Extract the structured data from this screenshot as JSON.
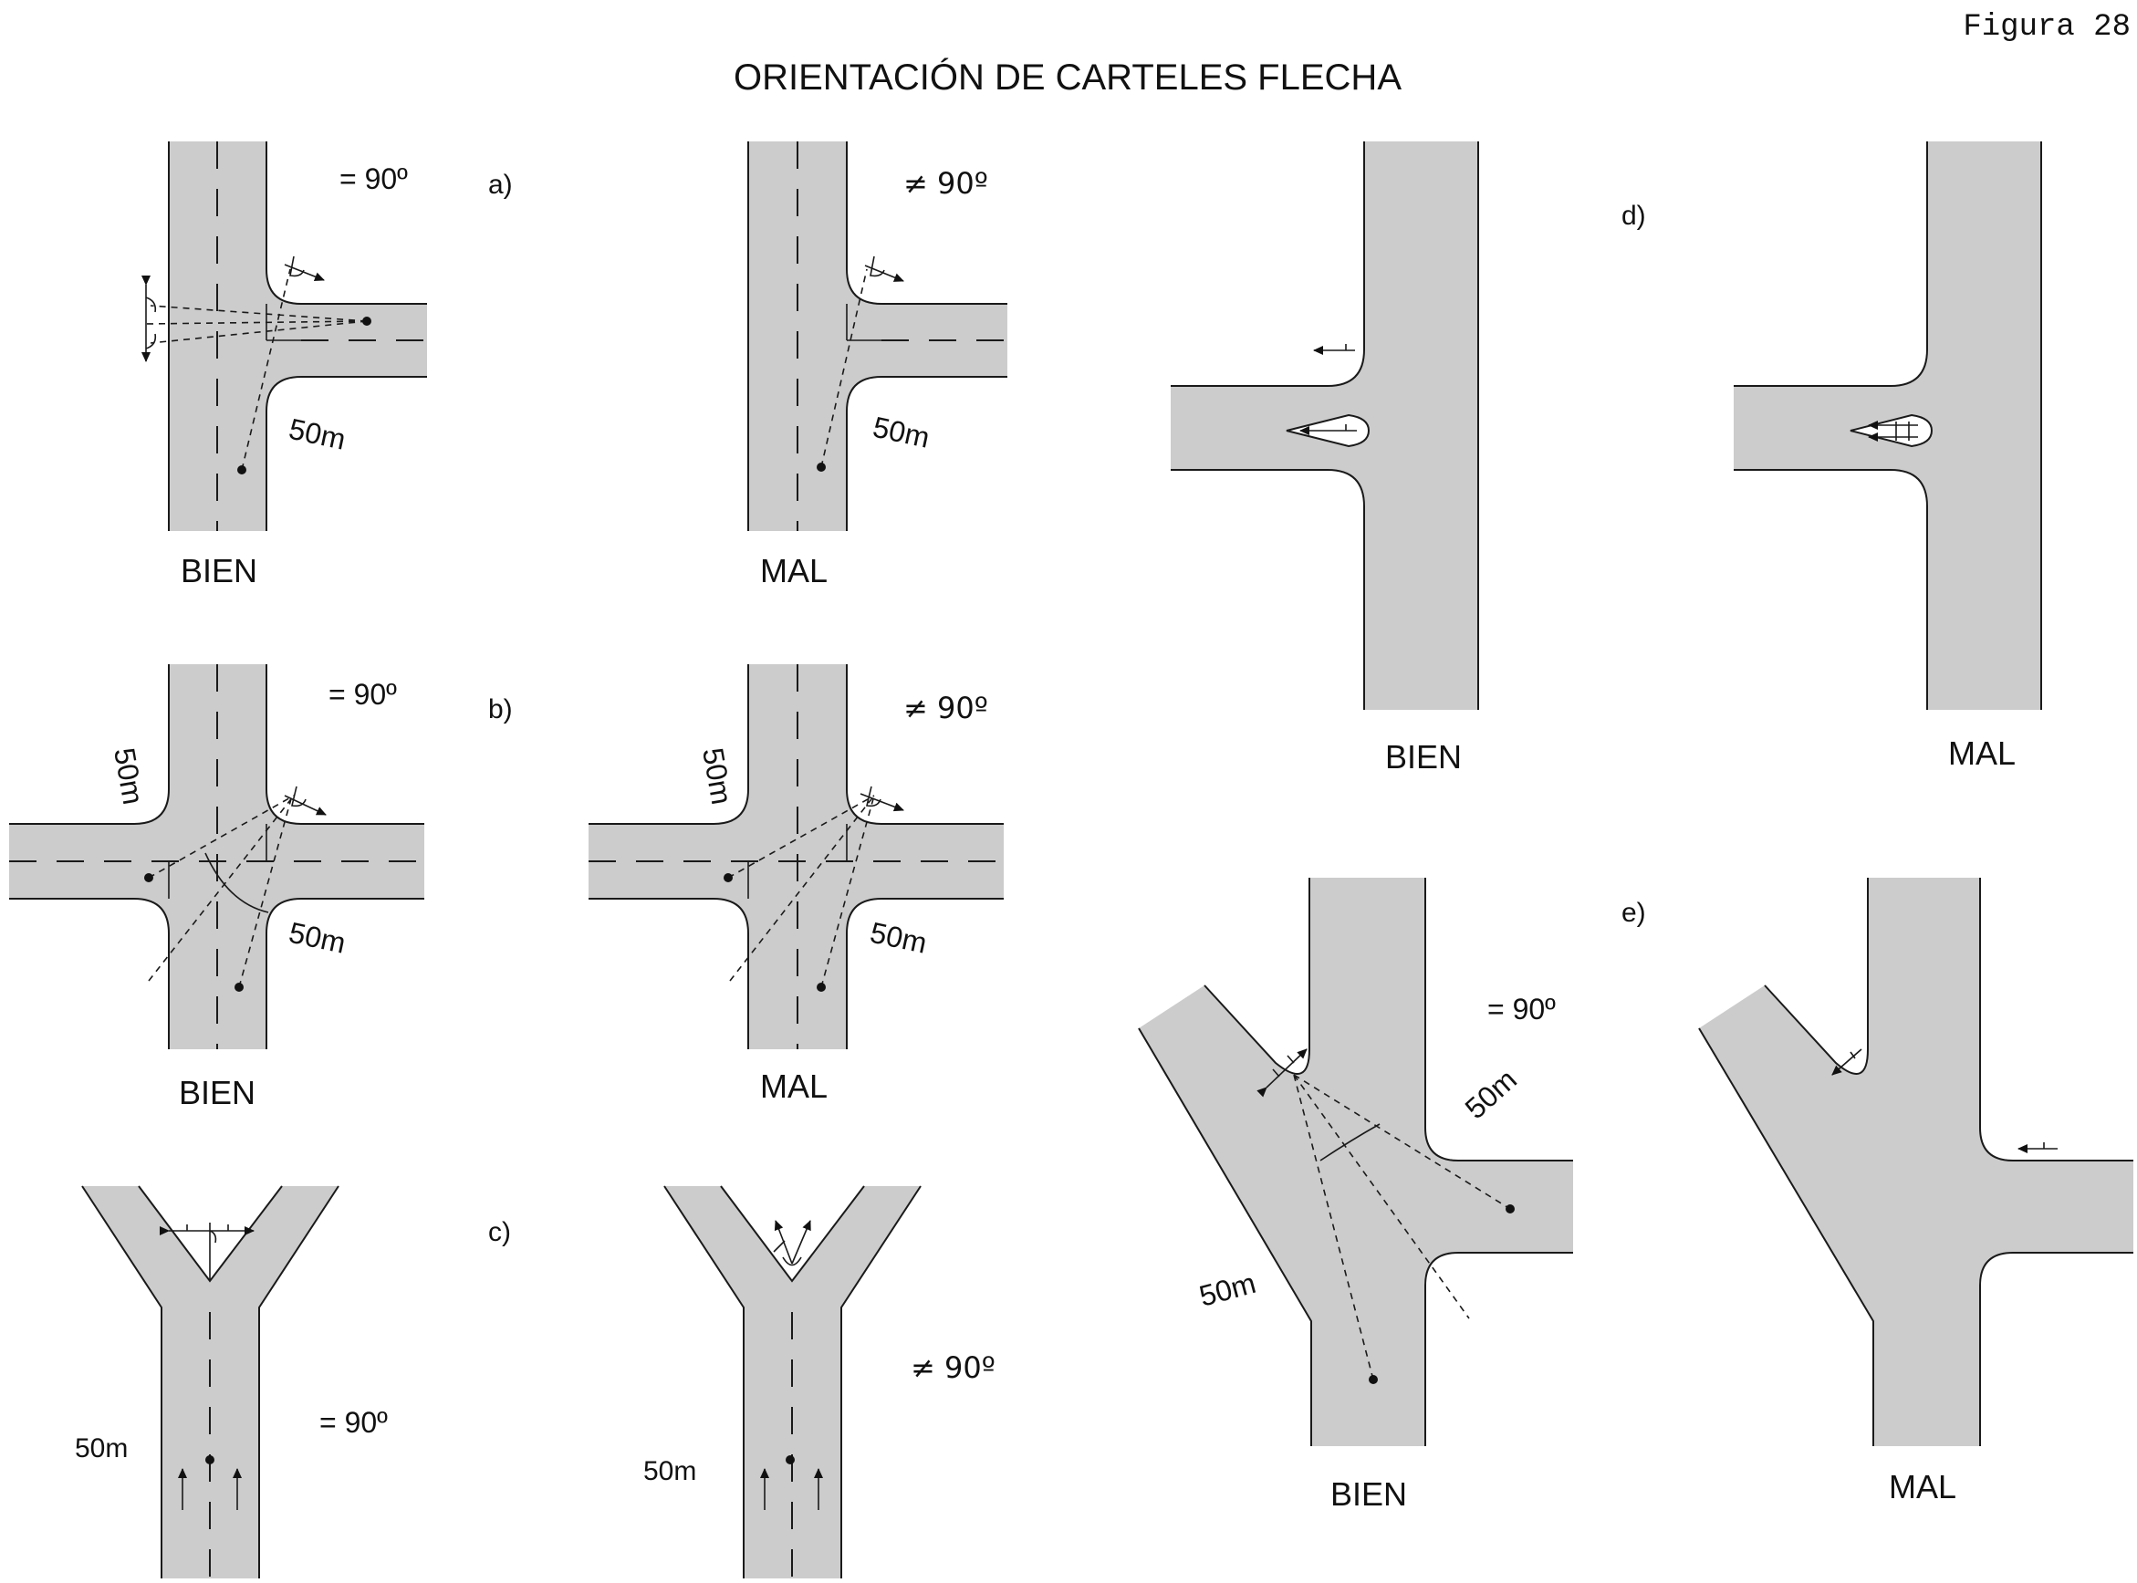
{
  "figure_number": "Figura 28",
  "title": "ORIENTACIÓN DE CARTELES FLECHA",
  "panels": {
    "a": {
      "tag": "a)",
      "bien": {
        "label": "BIEN",
        "angle": "= 90º",
        "distance": "50m"
      },
      "mal": {
        "label": "MAL",
        "angle": "≠ 90º",
        "distance": "50m"
      }
    },
    "b": {
      "tag": "b)",
      "bien": {
        "label": "BIEN",
        "angle": "= 90º",
        "distance_top": "50m",
        "distance_right": "50m"
      },
      "mal": {
        "label": "MAL",
        "angle": "≠ 90º",
        "distance_top": "50m",
        "distance_right": "50m"
      }
    },
    "c": {
      "tag": "c)",
      "bien": {
        "angle": "= 90º",
        "distance": "50m"
      },
      "mal": {
        "angle": "≠ 90º",
        "distance": "50m"
      }
    },
    "d": {
      "tag": "d)",
      "bien": {
        "label": "BIEN"
      },
      "mal": {
        "label": "MAL"
      }
    },
    "e": {
      "tag": "e)",
      "bien": {
        "label": "BIEN",
        "angle": "= 90º",
        "distance_right": "50m",
        "distance_left": "50m"
      },
      "mal": {
        "label": "MAL"
      }
    }
  },
  "colors": {
    "road": "#cccccc",
    "lines": "#1a1a1a",
    "background": "#ffffff"
  }
}
